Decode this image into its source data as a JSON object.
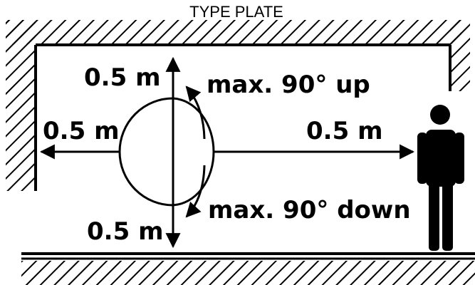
{
  "title": "TYPE PLATE",
  "labels": {
    "top_distance": "0.5 m",
    "left_distance": "0.5 m",
    "right_distance": "0.5 m",
    "bottom_distance": "0.5 m",
    "tilt_up": "max. 90° up",
    "tilt_down": "max. 90° down"
  },
  "icons": {
    "person": "person-icon"
  },
  "colors": {
    "line": "#000000",
    "background": "#ffffff"
  }
}
